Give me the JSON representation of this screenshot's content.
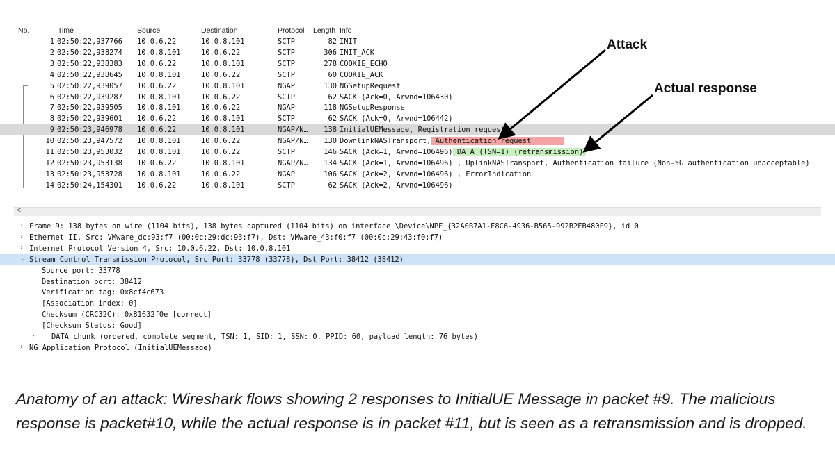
{
  "packet_list": {
    "columns": [
      "No.",
      "Time",
      "Source",
      "Destination",
      "Protocol",
      "Length",
      "Info"
    ],
    "rows": [
      {
        "no": "1",
        "time": "02:50:22,937766",
        "src": "10.0.6.22",
        "dst": "10.0.8.101",
        "proto": "SCTP",
        "len": "82",
        "info": "INIT"
      },
      {
        "no": "2",
        "time": "02:50:22,938274",
        "src": "10.0.8.101",
        "dst": "10.0.6.22",
        "proto": "SCTP",
        "len": "306",
        "info": "INIT_ACK"
      },
      {
        "no": "3",
        "time": "02:50:22,938383",
        "src": "10.0.6.22",
        "dst": "10.0.8.101",
        "proto": "SCTP",
        "len": "278",
        "info": "COOKIE_ECHO"
      },
      {
        "no": "4",
        "time": "02:50:22,938645",
        "src": "10.0.8.101",
        "dst": "10.0.6.22",
        "proto": "SCTP",
        "len": "60",
        "info": "COOKIE_ACK"
      },
      {
        "no": "5",
        "time": "02:50:22,939057",
        "src": "10.0.6.22",
        "dst": "10.0.8.101",
        "proto": "NGAP",
        "len": "130",
        "info": "NGSetupRequest"
      },
      {
        "no": "6",
        "time": "02:50:22,939287",
        "src": "10.0.8.101",
        "dst": "10.0.6.22",
        "proto": "SCTP",
        "len": "62",
        "info": "SACK (Ack=0, Arwnd=106430)"
      },
      {
        "no": "7",
        "time": "02:50:22,939505",
        "src": "10.0.8.101",
        "dst": "10.0.6.22",
        "proto": "NGAP",
        "len": "118",
        "info": "NGSetupResponse"
      },
      {
        "no": "8",
        "time": "02:50:22,939601",
        "src": "10.0.6.22",
        "dst": "10.0.8.101",
        "proto": "SCTP",
        "len": "62",
        "info": "SACK (Ack=0, Arwnd=106442)"
      },
      {
        "no": "9",
        "time": "02:50:23,946978",
        "src": "10.0.6.22",
        "dst": "10.0.8.101",
        "proto": "NGAP/N…",
        "len": "138",
        "info": "InitialUEMessage, Registration request"
      },
      {
        "no": "10",
        "time": "02:50:23,947572",
        "src": "10.0.8.101",
        "dst": "10.0.6.22",
        "proto": "NGAP/N…",
        "len": "130",
        "info": "DownlinkNASTransport,",
        "info_hl": " Authentication request"
      },
      {
        "no": "11",
        "time": "02:50:23,953032",
        "src": "10.0.8.101",
        "dst": "10.0.6.22",
        "proto": "SCTP",
        "len": "146",
        "info": "SACK (Ack=1, Arwnd=106496)",
        "info_hl": " DATA (TSN=1) (retransmission)"
      },
      {
        "no": "12",
        "time": "02:50:23,953138",
        "src": "10.0.6.22",
        "dst": "10.0.8.101",
        "proto": "NGAP/N…",
        "len": "134",
        "info": "SACK (Ack=1, Arwnd=106496) , UplinkNASTransport, Authentication failure (Non-5G authentication unacceptable)"
      },
      {
        "no": "13",
        "time": "02:50:23,953728",
        "src": "10.0.8.101",
        "dst": "10.0.6.22",
        "proto": "NGAP",
        "len": "106",
        "info": "SACK (Ack=2, Arwnd=106496) , ErrorIndication"
      },
      {
        "no": "14",
        "time": "02:50:24,154301",
        "src": "10.0.6.22",
        "dst": "10.0.8.101",
        "proto": "SCTP",
        "len": "62",
        "info": "SACK (Ack=2, Arwnd=106496)"
      }
    ]
  },
  "annotations": {
    "attack": "Attack",
    "actual_response": "Actual response"
  },
  "scroll_left_glyph": "<",
  "details": [
    {
      "caret": "›",
      "text": "Frame 9: 138 bytes on wire (1104 bits), 138 bytes captured (1104 bits) on interface \\Device\\NPF_{32A0B7A1-E8C6-4936-B565-992B2EB480F9}, id 0"
    },
    {
      "caret": "›",
      "text": "Ethernet II, Src: VMware_dc:93:f7 (00:0c:29:dc:93:f7), Dst: VMware_43:f0:f7 (00:0c:29:43:f0:f7)"
    },
    {
      "caret": "›",
      "text": "Internet Protocol Version 4, Src: 10.0.6.22, Dst: 10.0.8.101"
    },
    {
      "caret": "⌄",
      "text": "Stream Control Transmission Protocol, Src Port: 33778 (33778), Dst Port: 38412 (38412)"
    },
    {
      "caret": "",
      "text": "Source port: 33778"
    },
    {
      "caret": "",
      "text": "Destination port: 38412"
    },
    {
      "caret": "",
      "text": "Verification tag: 0x8cf4c673"
    },
    {
      "caret": "",
      "text": "[Association index: 0]"
    },
    {
      "caret": "",
      "text": "Checksum (CRC32C): 0x81632f0e [correct]"
    },
    {
      "caret": "",
      "text": "[Checksum Status: Good]"
    },
    {
      "caret": "›",
      "text": "DATA chunk (ordered, complete segment, TSN: 1, SID: 1, SSN: 0, PPID: 60, payload length: 76 bytes)"
    },
    {
      "caret": "›",
      "text": "NG Application Protocol (InitialUEMessage)"
    }
  ],
  "caption": "Anatomy of an attack: Wireshark flows showing 2 responses to InitialUE Message in packet #9. The malicious response is packet#10, while the actual response is in packet #11, but is seen as a retransmission and is dropped."
}
